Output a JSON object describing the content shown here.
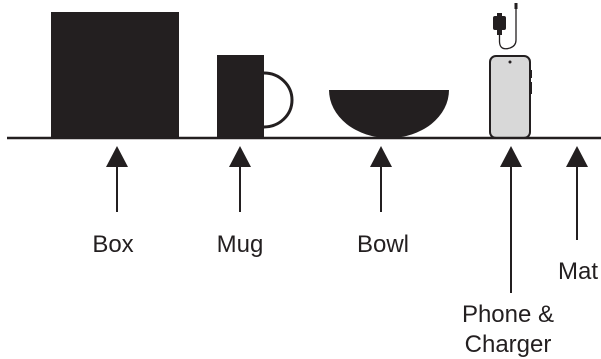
{
  "colors": {
    "ink": "#231f20",
    "phone_fill": "#d8d8d8"
  },
  "objects": [
    {
      "id": "box",
      "icon": "box-icon",
      "label": "Box"
    },
    {
      "id": "mug",
      "icon": "mug-icon",
      "label": "Mug"
    },
    {
      "id": "bowl",
      "icon": "bowl-icon",
      "label": "Bowl"
    },
    {
      "id": "phone",
      "icon": "phone-charger-icon",
      "label_line1": "Phone &",
      "label_line2": "Charger"
    },
    {
      "id": "mat",
      "icon": "mat-surface",
      "label": "Mat"
    }
  ]
}
